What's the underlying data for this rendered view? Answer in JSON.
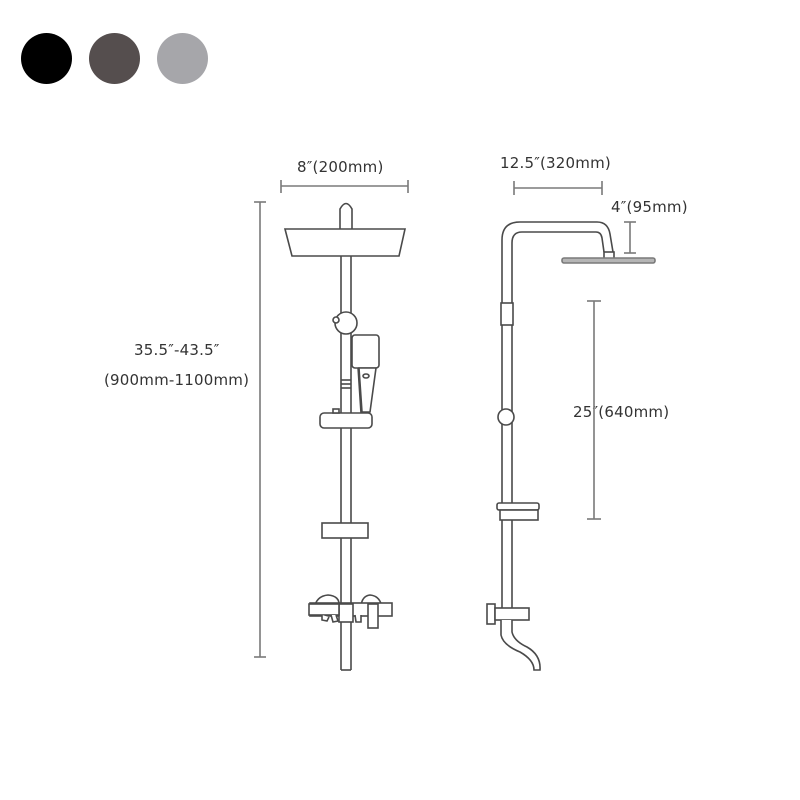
{
  "swatches": [
    {
      "name": "black",
      "color": "#000000"
    },
    {
      "name": "gunmetal-gray",
      "color": "#554e4e"
    },
    {
      "name": "light-gray",
      "color": "#a6a6aa"
    }
  ],
  "dimensions": {
    "shower_head_width": "8″(200mm)",
    "total_height_in": "35.5″-43.5″",
    "total_height_mm": "(900mm-1100mm)",
    "arm_reach": "12.5″(320mm)",
    "head_drop": "4″(95mm)",
    "slide_bar_length": "25″(640mm)"
  },
  "colors": {
    "line": "#4a4a4a",
    "dim_line": "#7a7a7a",
    "text": "#333333"
  }
}
